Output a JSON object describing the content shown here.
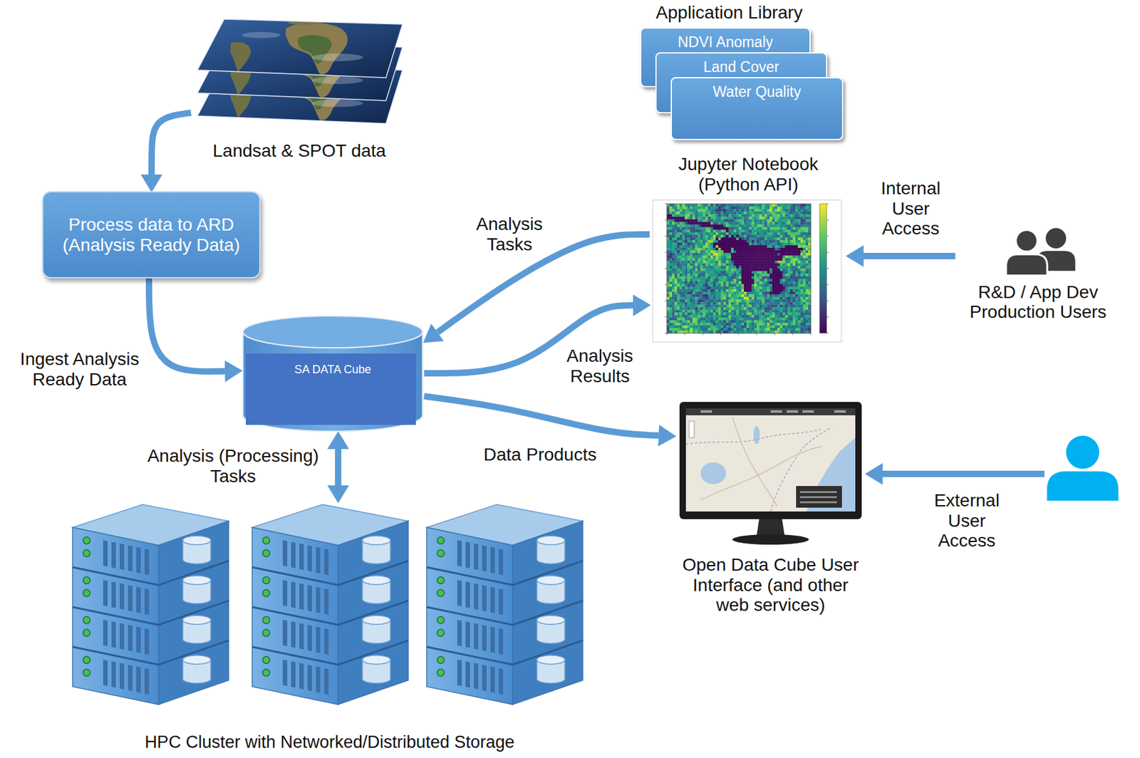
{
  "diagram": {
    "nodes": [
      {
        "text": [
          "Landsat & SPOT data"
        ]
      },
      {
        "text": [
          "NDVI Anomaly"
        ]
      },
      {
        "text": [
          "Land Cover"
        ]
      },
      {
        "text": [
          "Water Quality"
        ]
      },
      {
        "text": [
          "Jupyter Notebook (Python API)"
        ]
      },
      {
        "text": [
          "Process data to ARD (Analysis Ready Data)"
        ]
      },
      {
        "text": [
          "R&D / App Dev Production Users"
        ]
      },
      {
        "text": [
          "SA DATA Cube"
        ]
      },
      {
        "text": [
          "Open Data Cube User Interface (and other web services)"
        ]
      },
      {
        "text": []
      },
      {
        "text": [
          "HPC Cluster with Networked/Distributed Storage"
        ]
      }
    ],
    "edges": [
      {
        "from": 0,
        "to": 5,
        "arrow": "to"
      },
      {
        "from": 5,
        "to": 7,
        "label": "Ingest Analysis Ready Data",
        "arrow": "to"
      },
      {
        "from": 4,
        "to": 7,
        "label": "Analysis Tasks",
        "arrow": "to"
      },
      {
        "from": 7,
        "to": 4,
        "label": "Analysis Results",
        "arrow": "to"
      },
      {
        "from": 7,
        "to": 8,
        "label": "Data Products",
        "arrow": "to"
      },
      {
        "from": 7,
        "to": 10,
        "label": "Analysis (Processing) Tasks",
        "arrow": "both"
      },
      {
        "from": 6,
        "to": 4,
        "label": "Internal User Access",
        "arrow": "to"
      },
      {
        "from": 9,
        "to": 8,
        "label": "External User Access",
        "arrow": "to"
      }
    ],
    "labels": [
      "Application Library"
    ]
  }
}
